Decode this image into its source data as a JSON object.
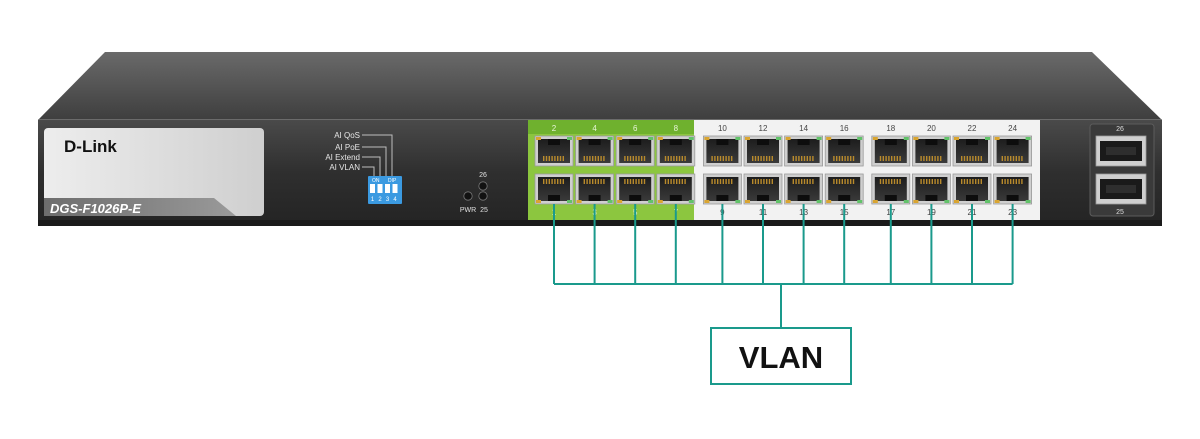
{
  "device": {
    "brand": "D-Link",
    "model": "DGS-F1026P-E",
    "dip_labels": [
      "AI QoS",
      "AI PoE",
      "AI Extend",
      "AI VLAN"
    ],
    "dip_on": "ON",
    "dip_word": "DIP",
    "dip_numbers": [
      "1",
      "2",
      "3",
      "4"
    ],
    "led_top_label": "26",
    "led_pwr_label": "PWR",
    "led_bottom_label": "25",
    "top_port_numbers": [
      "2",
      "4",
      "6",
      "8",
      "10",
      "12",
      "14",
      "16",
      "18",
      "20",
      "22",
      "24"
    ],
    "bottom_port_numbers": [
      "1",
      "3",
      "5",
      "7",
      "9",
      "11",
      "13",
      "15",
      "17",
      "19",
      "21",
      "23"
    ],
    "highlighted_port_group": "1-8",
    "sfp_top_label": "26",
    "sfp_bottom_label": "25"
  },
  "callout": {
    "label": "VLAN",
    "connected_ports": "bottom row, ports 1-23"
  },
  "colors": {
    "chassis_top": "#4a4a4a",
    "front_panel": "#3c3c3c",
    "port_panel": "#f2f2f2",
    "highlight_green": "#8cc63f",
    "line_teal": "#1a9a8c",
    "dip_blue": "#3b9ae1"
  },
  "icons": {
    "port": "rj45-port-icon",
    "sfp": "sfp-slot-icon"
  }
}
